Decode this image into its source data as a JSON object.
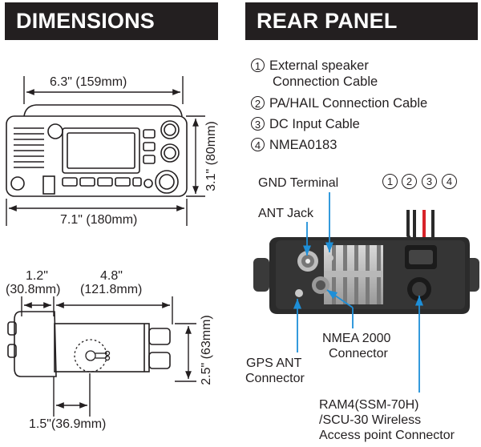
{
  "headers": {
    "dimensions": "DIMENSIONS",
    "rear_panel": "REAR PANEL"
  },
  "legend": [
    {
      "num": "1",
      "line1": "External speaker",
      "line2": "Connection Cable"
    },
    {
      "num": "2",
      "line1": "PA/HAIL  Connection Cable"
    },
    {
      "num": "3",
      "line1": "DC Input Cable"
    },
    {
      "num": "4",
      "line1": "NMEA0183"
    }
  ],
  "front_dims": {
    "width_top": "6.3\" (159mm)",
    "height": "3.1\" (80mm)",
    "width_total": "7.1\" (180mm)"
  },
  "side_dims": {
    "depth_front_1": "1.2\"",
    "depth_front_2": "(30.8mm)",
    "depth_body_1": "4.8\"",
    "depth_body_2": "(121.8mm)",
    "height": "2.5\" (63mm)",
    "mount": "1.5\"(36.9mm)"
  },
  "rear_labels": {
    "gnd": "GND Terminal",
    "ant": "ANT Jack",
    "nmea2000_1": "NMEA 2000",
    "nmea2000_2": "Connector",
    "gps_1": "GPS ANT",
    "gps_2": "Connector",
    "ram4_1": "RAM4(SSM-70H)",
    "ram4_2": "/SCU-30 Wireless",
    "ram4_3": "Access point Connector"
  },
  "cable_numbers": [
    "1",
    "2",
    "3",
    "4"
  ],
  "colors": {
    "header_bg": "#231f20",
    "callout_blue": "#1d8fd8",
    "cable_red": "#d8232a",
    "panel_dark": "#2a2a2a"
  }
}
